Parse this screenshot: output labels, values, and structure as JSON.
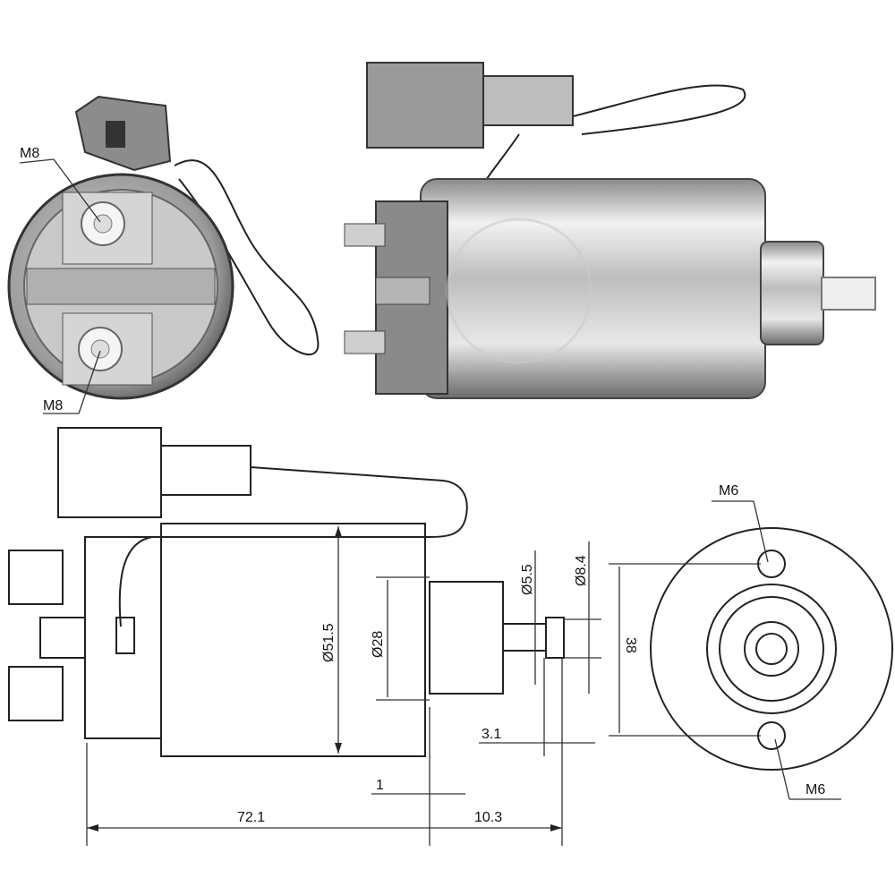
{
  "photo_back": {
    "label_top": "M8",
    "label_bottom": "M8"
  },
  "drawing": {
    "dim_body_diameter": "Ø51.5",
    "dim_cap_diameter": "Ø28",
    "dim_plunger_diameter": "Ø5.5",
    "dim_tip_diameter": "Ø8.4",
    "dim_hole_spacing": "38",
    "dim_tip_length": "3.1",
    "dim_flange": "1",
    "dim_body_length": "72.1",
    "dim_plunger_length": "10.3",
    "label_hole_top": "M6",
    "label_hole_bottom": "M6"
  },
  "colors": {
    "line": "#222222",
    "metal_light": "#e6e6e6",
    "metal_dark": "#6e6e6e"
  }
}
